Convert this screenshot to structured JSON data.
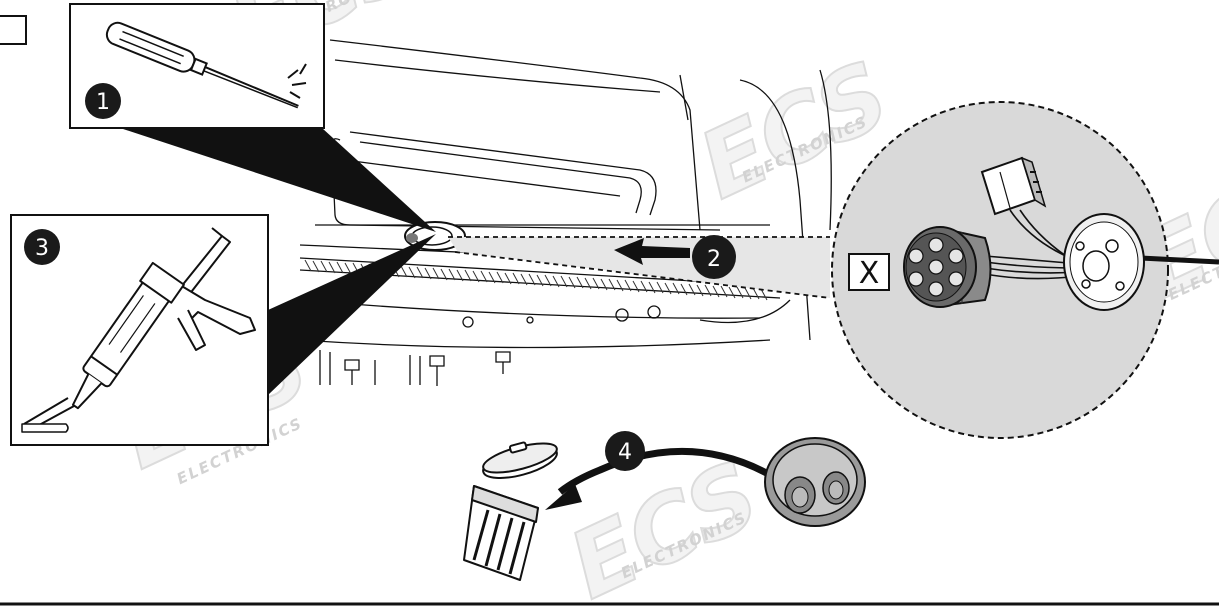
{
  "steps": [
    {
      "number": "1",
      "tool": "screwdriver-icon"
    },
    {
      "number": "2",
      "tool": "arrow-icon"
    },
    {
      "number": "3",
      "tool": "sealant-gun-icon"
    },
    {
      "number": "4",
      "tool": "trash-bin-icon"
    }
  ],
  "detail": {
    "marker": "X"
  },
  "watermark": {
    "brand": "ECS",
    "subtitle": "ELECTRONICS"
  },
  "colors": {
    "line": "#111111",
    "detail_fill": "#d9d9d9",
    "badge": "#1a1a1a",
    "paper": "#ffffff"
  }
}
